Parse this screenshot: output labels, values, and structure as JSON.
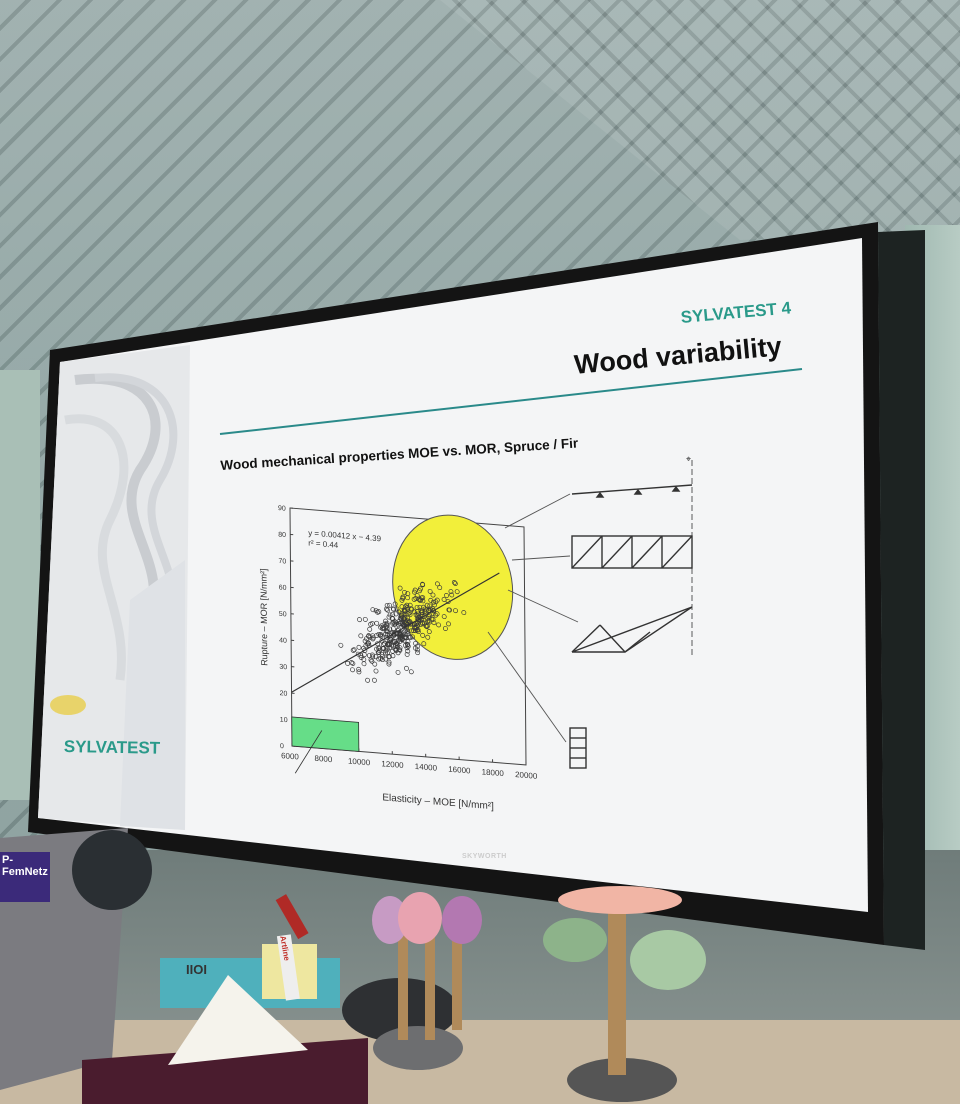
{
  "slide": {
    "product": "SYLVATEST 4",
    "title": "Wood variability",
    "subtitle": "Wood mechanical properties MOE vs. MOR, Spruce / Fir",
    "logo": "SYLVATEST",
    "accent_color": "#2a9a8a",
    "chart": {
      "equation": "y = 0.00412 x − 4.39",
      "r_squared": "r² = 0.44",
      "xlabel": "Elasticity – MOE [N/mm²]",
      "ylabel": "Rupture – MOR [N/mm²]",
      "x_ticks": [
        "6000",
        "8000",
        "10000",
        "12000",
        "14000",
        "16000",
        "18000",
        "20000"
      ],
      "y_ticks": [
        "0",
        "10",
        "20",
        "30",
        "40",
        "50",
        "60",
        "70",
        "80",
        "90"
      ],
      "xlim": [
        6000,
        20000
      ],
      "ylim": [
        0,
        90
      ],
      "regression": {
        "slope": 0.00412,
        "intercept": -4.39
      },
      "highlight_low": {
        "x": [
          6000,
          10000
        ],
        "y": [
          0,
          11
        ],
        "color": "#66dd88"
      },
      "highlight_high": {
        "center": [
          15700,
          65
        ],
        "color": "#f2ef3a"
      }
    }
  },
  "monitor": {
    "brand": "SKYWORTH"
  },
  "desk": {
    "sticker": "P-FemNetz",
    "marker": "Artline",
    "box_text": "IIOI"
  }
}
